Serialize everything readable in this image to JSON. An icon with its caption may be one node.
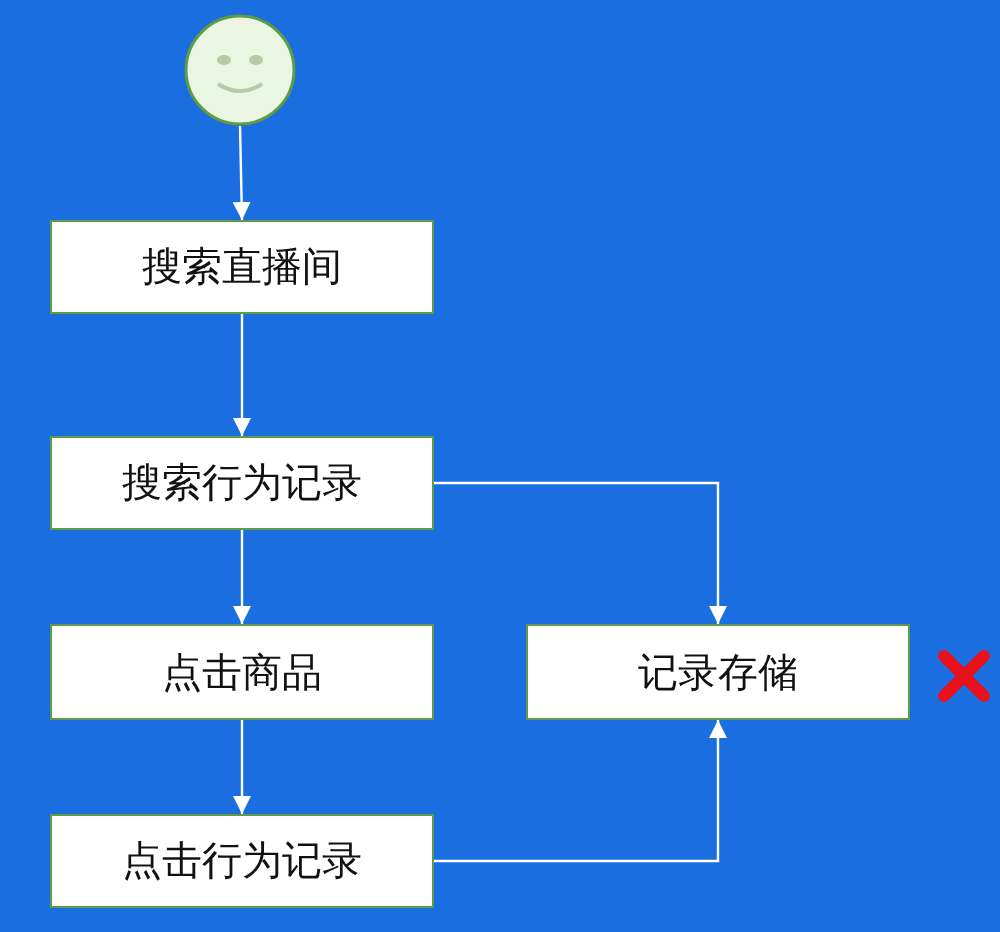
{
  "diagram": {
    "nodes": [
      {
        "text": [],
        "shape": "circle"
      },
      {
        "text": [
          "搜索直播间"
        ]
      },
      {
        "text": [
          "搜索行为记录"
        ]
      },
      {
        "text": [
          "点击商品"
        ]
      },
      {
        "text": [
          "点击行为记录"
        ]
      },
      {
        "text": [
          "记录存储"
        ]
      }
    ],
    "edges": [
      {
        "from": 0,
        "to": 1,
        "arrow": "to"
      },
      {
        "from": 1,
        "to": 2,
        "arrow": "to"
      },
      {
        "from": 2,
        "to": 3,
        "arrow": "to"
      },
      {
        "from": 3,
        "to": 4,
        "arrow": "to"
      },
      {
        "from": 2,
        "to": 5,
        "arrow": "to"
      },
      {
        "from": 4,
        "to": 5,
        "arrow": "to"
      }
    ]
  }
}
